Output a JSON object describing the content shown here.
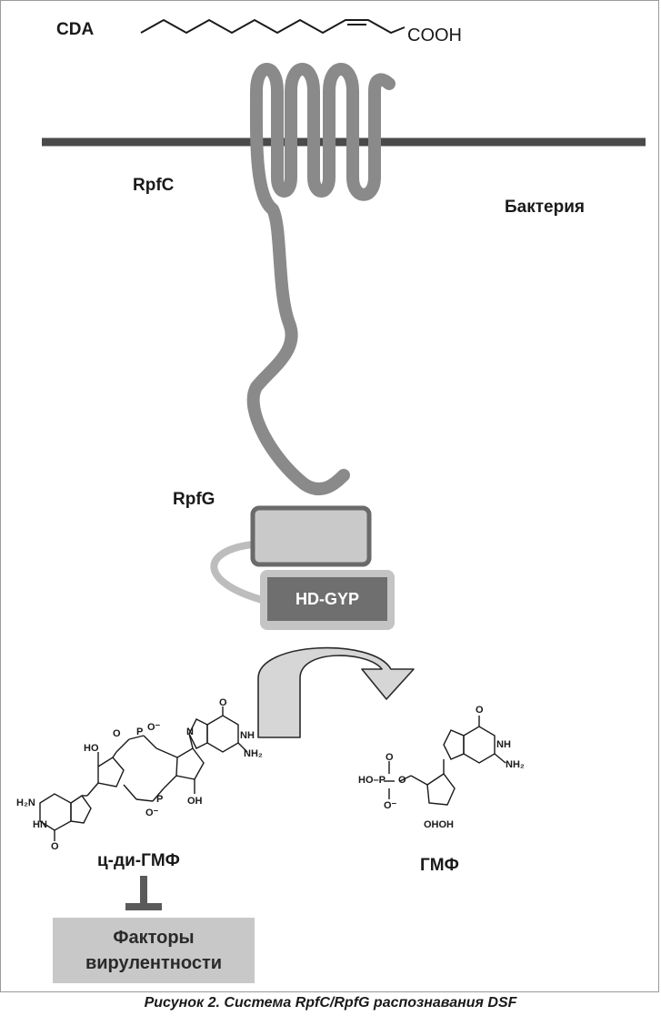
{
  "labels": {
    "cda": "CDA",
    "cooh": "COOH",
    "rpfc": "RpfC",
    "bacteria": "Бактерия",
    "rpfg": "RpfG",
    "hd_gyp": "HD-GYP",
    "c_di_gmp": "ц-ди-ГМФ",
    "gmp": "ГМФ",
    "virulence_line1": "Факторы",
    "virulence_line2": "вирулентности"
  },
  "chem": {
    "o": "O",
    "o_minus": "O⁻",
    "p": "P",
    "ho": "HO",
    "oh": "OH",
    "nh": "NH",
    "nh2": "NH₂",
    "n": "N",
    "h2n": "H₂N",
    "hn": "HN",
    "ho_p": "HO–P",
    "ohoh": "OHOH"
  },
  "caption": "Рисунок 2. Система RpfC/RpfG распознавания DSF",
  "colors": {
    "membrane": "#4a4a4a",
    "protein": "#8a8a8a",
    "rpfg_box_fill": "#c9c9c9",
    "hd_gyp_fill": "#6f6f6f",
    "hd_gyp_outer": "#c4c4c4",
    "arrow_fill": "#d6d6d6",
    "virulence_box": "#c8c8c8"
  }
}
